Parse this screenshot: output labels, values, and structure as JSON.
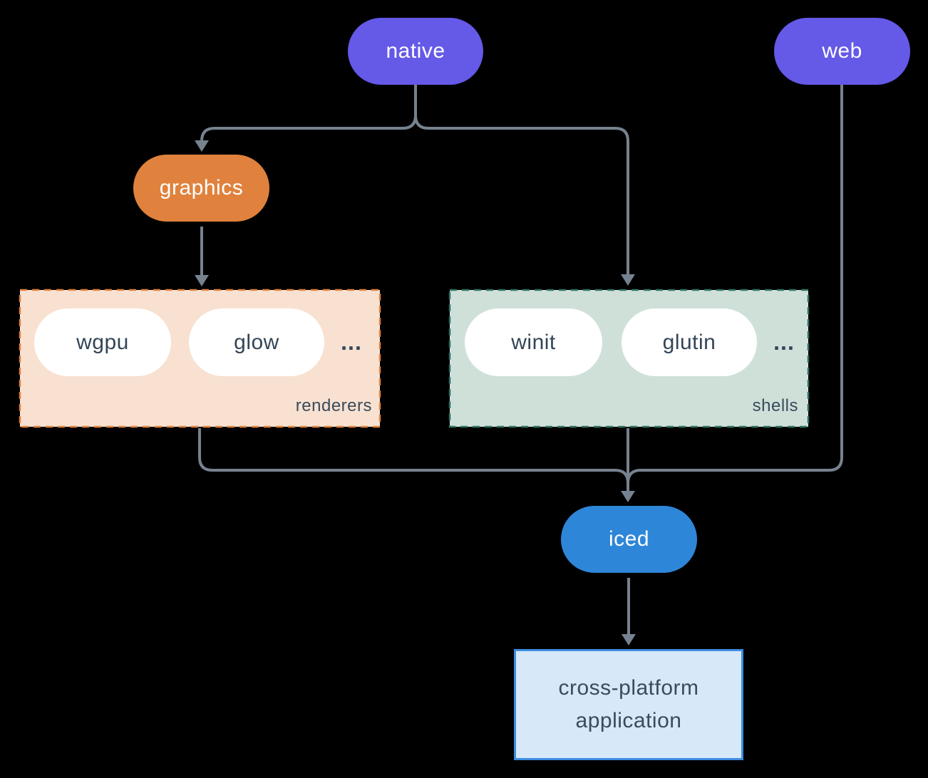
{
  "nodes": {
    "native": {
      "label": "native",
      "color": "#6559E8"
    },
    "web": {
      "label": "web",
      "color": "#6559E8"
    },
    "graphics": {
      "label": "graphics",
      "color": "#E0823D"
    },
    "iced": {
      "label": "iced",
      "color": "#2E86D8"
    },
    "wgpu": {
      "label": "wgpu"
    },
    "glow": {
      "label": "glow"
    },
    "winit": {
      "label": "winit"
    },
    "glutin": {
      "label": "glutin"
    }
  },
  "groups": {
    "renderers": {
      "label": "renderers",
      "ellipsis": "...",
      "background": "#F8E1D1",
      "border_color": "#E0823D",
      "members": [
        "wgpu",
        "glow"
      ]
    },
    "shells": {
      "label": "shells",
      "ellipsis": "...",
      "background": "#CFE0D9",
      "border_color": "#2F7265",
      "members": [
        "winit",
        "glutin"
      ]
    }
  },
  "application_box": {
    "line1": "cross-platform",
    "line2": "application",
    "background": "#D7E8F8",
    "border_color": "#3D8CE0"
  },
  "edges": [
    {
      "from": "native",
      "to": "graphics"
    },
    {
      "from": "native",
      "to": "shells"
    },
    {
      "from": "graphics",
      "to": "renderers"
    },
    {
      "from": "renderers",
      "to": "iced"
    },
    {
      "from": "shells",
      "to": "iced"
    },
    {
      "from": "web",
      "to": "iced"
    },
    {
      "from": "iced",
      "to": "application"
    }
  ],
  "colors": {
    "connector": "#76828F",
    "background": "#000000",
    "pill_text_dark": "#334557",
    "label_text": "#3A4B5C"
  }
}
